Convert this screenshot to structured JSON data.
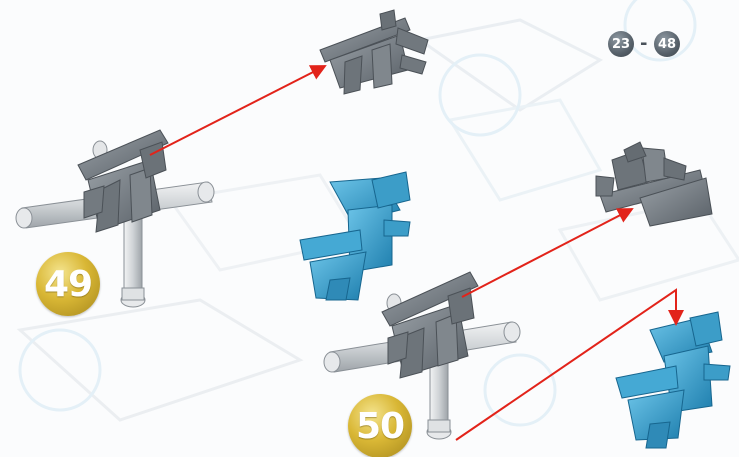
{
  "steps": {
    "step_a": "49",
    "step_b": "50"
  },
  "range": {
    "from": "23",
    "separator": "-",
    "to": "48"
  },
  "colors": {
    "gray_part": "#7d848b",
    "blue_part": "#3aa3cf",
    "rod": "#d6d9dc",
    "arrow": "#e2231a",
    "gold_badge": "#d4b233",
    "range_badge": "#566069"
  }
}
